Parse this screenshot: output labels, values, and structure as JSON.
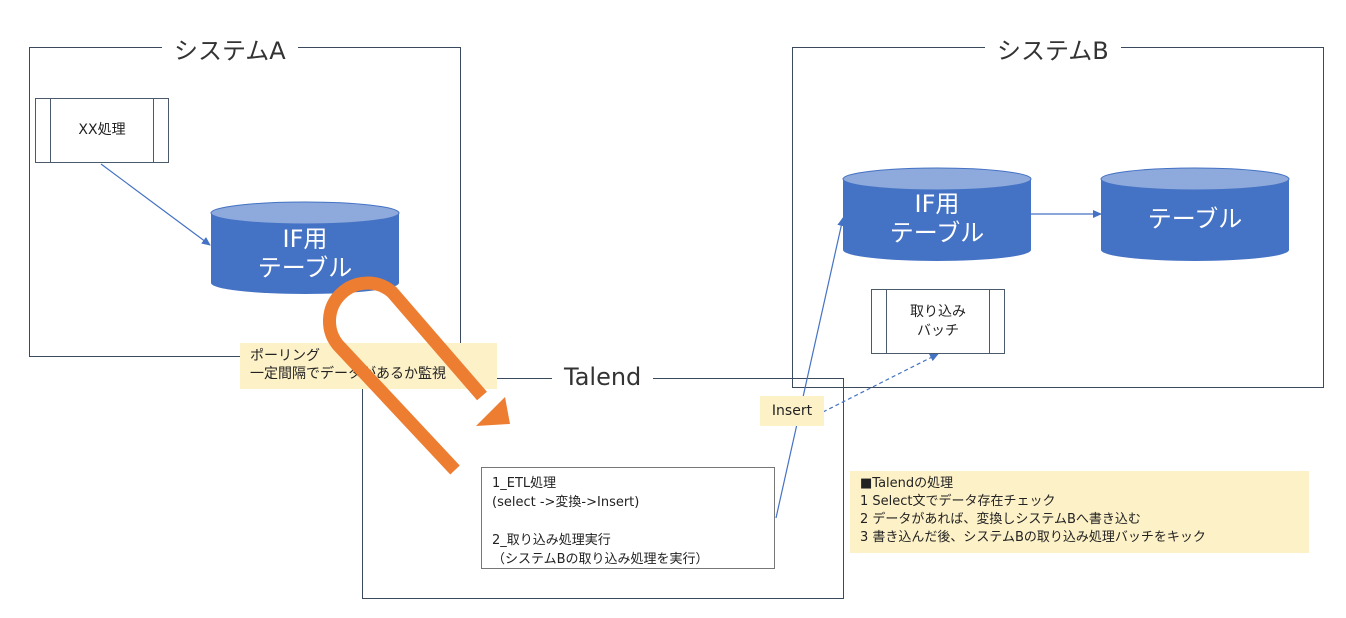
{
  "systemA": {
    "title": "システムA",
    "process_label": "XX処理",
    "table_label": "IF用\nテーブル"
  },
  "systemB": {
    "title": "システムB",
    "if_table_label": "IF用\nテーブル",
    "table_label": "テーブル",
    "batch_label": "取り込み\nバッチ"
  },
  "talend": {
    "title": "Talend",
    "steps_text": "1_ETL処理\n(select ->変換->Insert)\n\n2_取り込み処理実行\n（システムBの取り込み処理を実行）"
  },
  "notes": {
    "polling": "ポーリング\n一定間隔でデータがあるか監視",
    "insert": "Insert",
    "talend_process": "■Talendの処理\n1 Select文でデータ存在チェック\n2 データがあれば、変換しシステムBへ書き込む\n3 書き込んだ後、システムBの取り込み処理バッチをキック"
  },
  "colors": {
    "cylinder_fill": "#4472c4",
    "cylinder_top": "#8ea9db",
    "arrow_line": "#4472c4",
    "polling_arrow": "#ed7d31",
    "note_bg": "#fdf1c8"
  }
}
